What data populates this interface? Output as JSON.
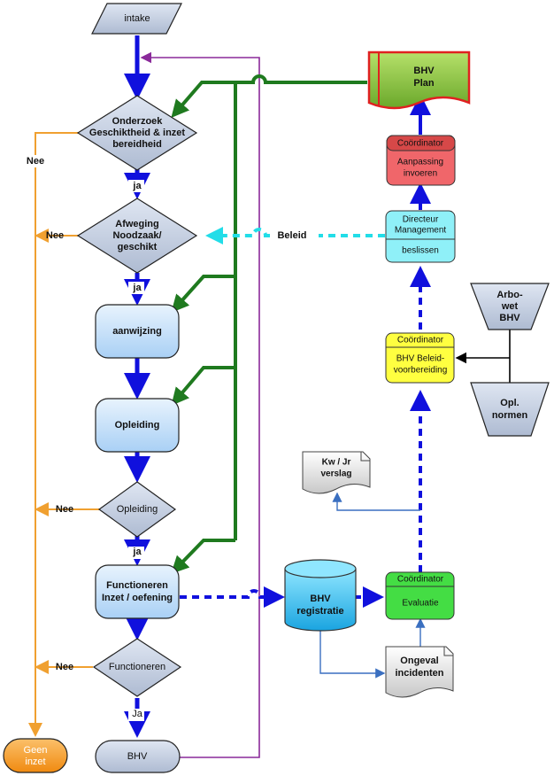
{
  "nodes": {
    "intake": "intake",
    "onderzoek": [
      "Onderzoek",
      "Geschiktheid & inzet",
      "bereidheid"
    ],
    "afweging": [
      "Afweging",
      "Noodzaak/",
      "geschikt"
    ],
    "aanwijzing": "aanwijzing",
    "opleiding_box": "Opleiding",
    "opleiding_dec": "Opleiding",
    "functioneren_box": [
      "Functioneren",
      "Inzet / oefening"
    ],
    "functioneren_dec": "Functioneren",
    "bhv": "BHV",
    "geen_inzet": [
      "Geen",
      "inzet"
    ],
    "bhv_plan": [
      "BHV",
      "Plan"
    ],
    "aanpassing": {
      "header": "Coördinator",
      "body": [
        "Aanpassing",
        "invoeren"
      ]
    },
    "directeur": {
      "header": [
        "Directeur",
        "Management"
      ],
      "body": "beslissen"
    },
    "arbowet": [
      "Arbo-",
      "wet",
      "BHV"
    ],
    "beleidvoorbereiding": {
      "header": "Coördinator",
      "body": [
        "BHV Beleid-",
        "voorbereiding"
      ]
    },
    "opl_normen": [
      "Opl.",
      "normen"
    ],
    "kwjr": [
      "Kw / Jr",
      "verslag"
    ],
    "registratie": [
      "BHV",
      "registratie"
    ],
    "evaluatie": {
      "header": "Coördinator",
      "body": "Evaluatie"
    },
    "ongeval": [
      "Ongeval",
      "incidenten"
    ]
  },
  "labels": {
    "nee": "Nee",
    "ja": "ja",
    "ja_cap": "Ja",
    "beleid": "Beleid"
  },
  "colors": {
    "slate": "#c5cfe0",
    "lightblue": "#cde4f9",
    "flow_blue": "#1010dd",
    "green": "#1f7a1f",
    "orange": "#f0a030",
    "purple": "#8a2a9a",
    "cyan": "#22dde8",
    "plan_green": "#8cc63f",
    "plan_red": "#e02020",
    "coord_red": "#f0666a",
    "coord_yellow": "#ffff40",
    "coord_green": "#44dd44",
    "reg_cyan": "#28c8f0",
    "orange_node": "#f59a23"
  }
}
